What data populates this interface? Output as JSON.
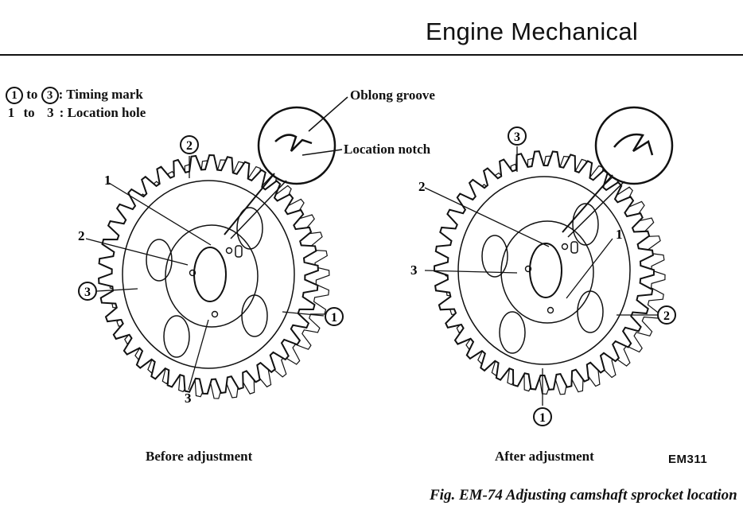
{
  "header": {
    "title": "Engine Mechanical"
  },
  "legend": {
    "timing_mark": {
      "from": "1",
      "to": "3",
      "text": ": Timing mark"
    },
    "location_hole": {
      "from": "1",
      "to": "3",
      "text": ": Location hole"
    }
  },
  "callouts": {
    "oblong_groove": "Oblong groove",
    "location_notch": "Location notch"
  },
  "before": {
    "caption": "Before adjustment",
    "hole_labels": [
      "1",
      "2",
      "3"
    ],
    "mark_labels": [
      "1",
      "2",
      "3"
    ]
  },
  "after": {
    "caption": "After adjustment",
    "hole_labels": [
      "1",
      "2",
      "3"
    ],
    "mark_labels": [
      "1",
      "2",
      "3"
    ]
  },
  "figure": {
    "code": "EM311",
    "caption": "Fig. EM-74  Adjusting camshaft sprocket location"
  }
}
